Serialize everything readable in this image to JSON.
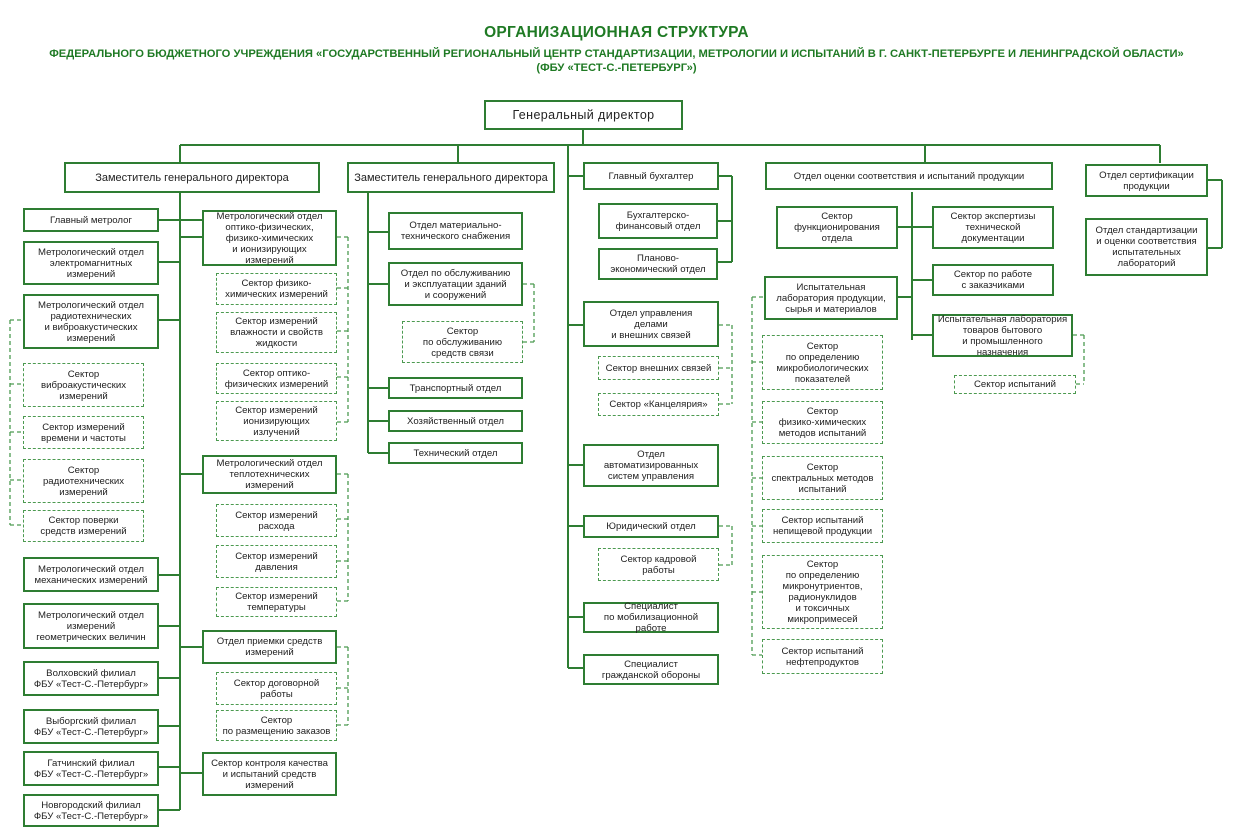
{
  "title": {
    "line1": "ОРГАНИЗАЦИОННАЯ СТРУКТУРА",
    "line2": "ФЕДЕРАЛЬНОГО БЮДЖЕТНОГО УЧРЕЖДЕНИЯ «ГОСУДАРСТВЕННЫЙ РЕГИОНАЛЬНЫЙ ЦЕНТР СТАНДАРТИЗАЦИИ, МЕТРОЛОГИИ И ИСПЫТАНИЙ В Г. САНКТ-ПЕТЕРБУРГЕ И ЛЕНИНГРАДСКОЙ ОБЛАСТИ»",
    "line3": "(ФБУ «ТЕСТ-С.-ПЕТЕРБУРГ»)"
  },
  "colors": {
    "title": "#1f7a24",
    "line": "#2e7d32",
    "dashed": "#4c9a50"
  },
  "boxes": {
    "gen_director": "Генеральный  директор",
    "deputy1": "Заместитель генерального директора",
    "deputy2": "Заместитель генерального директора",
    "chief_accountant": "Главный бухгалтер",
    "conformity_dept": "Отдел оценки соответствия и испытаний продукции",
    "cert_dept": "Отдел сертификации\nпродукции",
    "std_dept": "Отдел стандартизации\nи оценки соответствия\nиспытательных\nлабораторий",
    "chief_metrologist": "Главный метролог",
    "mo_electromagnetic": "Метрологический отдел\nэлектромагнитных\nизмерений",
    "mo_radio": "Метрологический отдел\nрадиотехнических\nи виброакустических\nизмерений",
    "s_vibro": "Сектор\nвиброакустических\nизмерений",
    "s_time": "Сектор измерений\nвремени и частоты",
    "s_radio": "Сектор\nрадиотехнических\nизмерений",
    "s_verify": "Сектор поверки\nсредств измерений",
    "mo_mech": "Метрологический отдел\nмеханических измерений",
    "mo_geom": "Метрологический отдел\nизмерений\nгеометрических величин",
    "br_volkhov": "Волховский филиал\nФБУ «Тест-С.-Петербург»",
    "br_vyborg": "Выборгский филиал\nФБУ «Тест-С.-Петербург»",
    "br_gatchina": "Гатчинский филиал\nФБУ «Тест-С.-Петербург»",
    "br_novgorod": "Новгородский филиал\nФБУ «Тест-С.-Петербург»",
    "mo_optic": "Метрологический отдел\nоптико-физических,\nфизико-химических\nи ионизирующих измерений",
    "s_physchem": "Сектор физико-\nхимических измерений",
    "s_humidity": "Сектор измерений\nвлажности и свойств\nжидкости",
    "s_optphys": "Сектор оптико-\nфизических измерений",
    "s_ionizing": "Сектор измерений\nионизирующих\nизлучений",
    "mo_thermo": "Метрологический отдел\nтеплотехнических\nизмерений",
    "s_flow": "Сектор измерений\nрасхода",
    "s_pressure": "Сектор измерений\nдавления",
    "s_temp": "Сектор измерений\nтемпературы",
    "d_acceptance": "Отдел приемки средств\nизмерений",
    "s_contract": "Сектор договорной\nработы",
    "s_orders": "Сектор\nпо размещению заказов",
    "s_quality": "Сектор контроля качества\nи испытаний средств\nизмерений",
    "d_supply": "Отдел материально-\nтехнического снабжения",
    "d_buildings": "Отдел по обслуживанию\nи эксплуатации зданий\nи сооружений",
    "s_commservice": "Сектор\nпо обслуживанию\nсредств связи",
    "d_transport": "Транспортный отдел",
    "d_household": "Хозяйственный отдел",
    "d_technical": "Технический отдел",
    "d_accounting": "Бухгалтерско-\nфинансовый отдел",
    "d_planning": "Планово-\nэкономический отдел",
    "d_affairs": "Отдел управления\nделами\nи внешних связей",
    "s_external": "Сектор внешних связей",
    "s_office": "Сектор «Канцелярия»",
    "d_asu": "Отдел\nавтоматизированных\nсистем управления",
    "d_legal": "Юридический отдел",
    "s_hr": "Сектор кадровой\nработы",
    "sp_mobil": "Специалист\nпо мобилизационной работе",
    "sp_civil": "Специалист\nгражданской обороны",
    "s_functioning": "Сектор\nфункционирования\nотдела",
    "s_expertise": "Сектор экспертизы\nтехнической\nдокументации",
    "s_customers": "Сектор по работе\nс заказчиками",
    "lab_products": "Испытательная\nлаборатория продукции,\nсырья и материалов",
    "lab_goods": "Испытательная лаборатория\nтоваров бытового\nи промышленного назначения",
    "s_tests": "Сектор испытаний",
    "s_microbio": "Сектор\nпо определению\nмикробиологических\nпоказателей",
    "s_physchem_methods": "Сектор\nфизико-химических\nметодов испытаний",
    "s_spectral": "Сектор\nспектральных методов\nиспытаний",
    "s_nonfood": "Сектор испытаний\nнепищевой продукции",
    "s_micronutr": "Сектор\nпо определению\nмикронутриентов,\nрадионуклидов\nи токсичных\nмикропримесей",
    "s_oil": "Сектор испытаний\nнефтепродуктов"
  }
}
